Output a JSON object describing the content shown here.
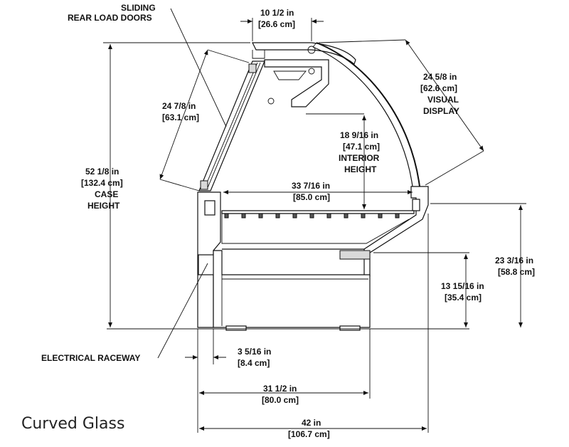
{
  "caption": "Curved Glass",
  "labels": {
    "sliding_doors": [
      "SLIDING",
      "REAR LOAD DOORS"
    ],
    "top_width": [
      "10 1/2 in",
      "[26.6 cm]"
    ],
    "rear_door_height": [
      "24 7/8 in",
      "[63.1 cm]"
    ],
    "visual_display": [
      "24 5/8 in",
      "[62.6 cm]",
      "VISUAL",
      "DISPLAY"
    ],
    "case_height": [
      "52 1/8 in",
      "[132.4 cm]",
      "CASE",
      "HEIGHT"
    ],
    "interior_height": [
      "18 9/16 in",
      "[47.1 cm]",
      "INTERIOR",
      "HEIGHT"
    ],
    "interior_width": [
      "33 7/16 in",
      "[85.0 cm]"
    ],
    "front_height": [
      "23 3/16 in",
      "[58.8 cm]"
    ],
    "base_height": [
      "13 15/16 in",
      "[35.4 cm]"
    ],
    "electrical_raceway": [
      "ELECTRICAL RACEWAY"
    ],
    "raceway_width": [
      "3 5/16 in",
      "[8.4 cm]"
    ],
    "base_depth": [
      "31 1/2 in",
      "[80.0 cm]"
    ],
    "overall_depth": [
      "42 in",
      "[106.7 cm]"
    ]
  },
  "colors": {
    "line": "#111111",
    "fill_grey": "#d9d9d9",
    "background": "#ffffff"
  }
}
